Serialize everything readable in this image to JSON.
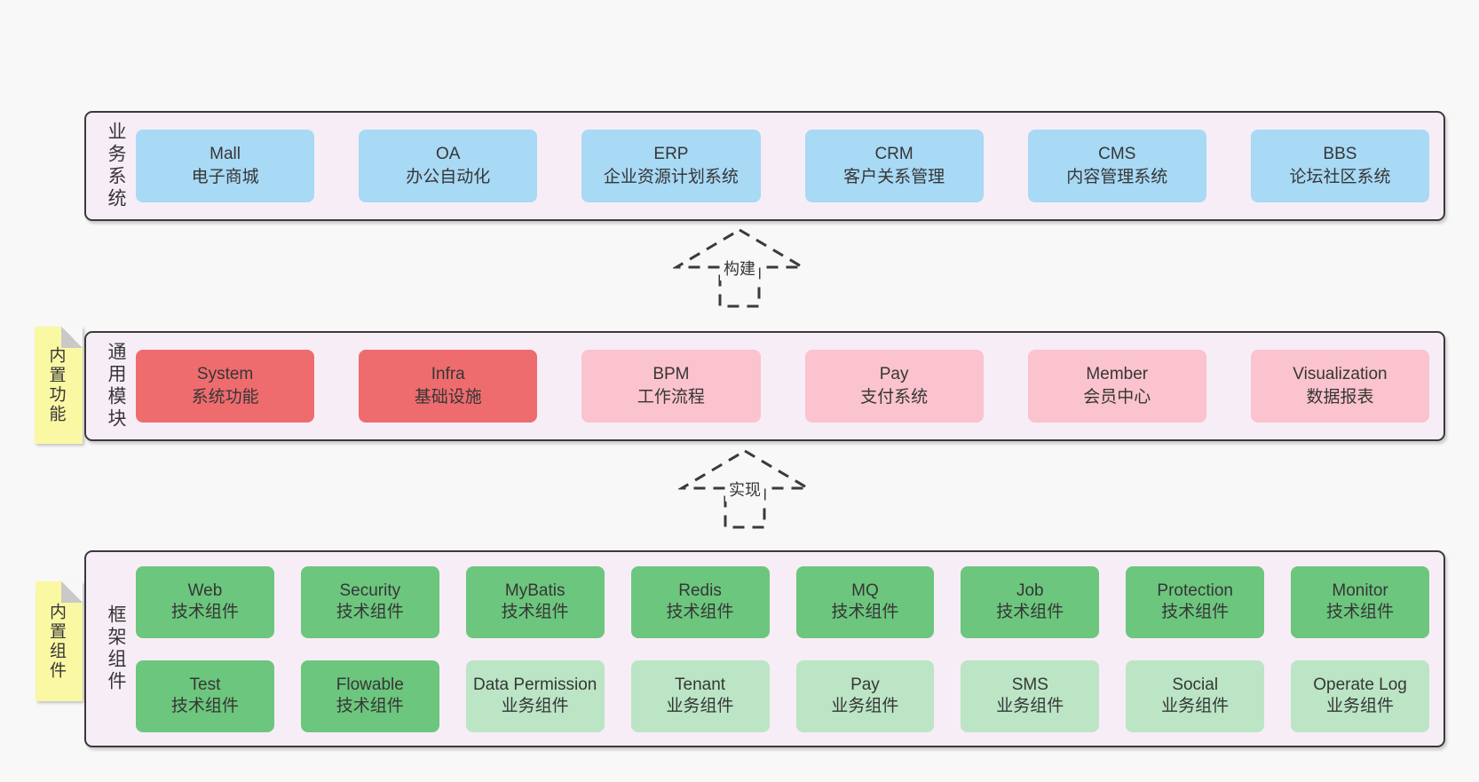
{
  "palette": {
    "page_bg": "#f8f8f8",
    "panel_bg": "#f7edf6",
    "border": "#3a3a3a",
    "blue": "#a8d9f5",
    "red": "#ef6c6e",
    "pink": "#fbc3cd",
    "green": "#6cc67d",
    "green_light": "#bbe5c4",
    "sticky_yellow": "#faf8a3"
  },
  "arrows": {
    "build": "构建",
    "implement": "实现"
  },
  "sections": {
    "business": {
      "label": "业务系统",
      "items": [
        {
          "name": "Mall",
          "desc": "电子商城"
        },
        {
          "name": "OA",
          "desc": "办公自动化"
        },
        {
          "name": "ERP",
          "desc": "企业资源计划系统"
        },
        {
          "name": "CRM",
          "desc": "客户关系管理"
        },
        {
          "name": "CMS",
          "desc": "内容管理系统"
        },
        {
          "name": "BBS",
          "desc": "论坛社区系统"
        }
      ]
    },
    "modules": {
      "label": "通用模块",
      "sticky": "内置功能",
      "items": [
        {
          "name": "System",
          "desc": "系统功能"
        },
        {
          "name": "Infra",
          "desc": "基础设施"
        },
        {
          "name": "BPM",
          "desc": "工作流程"
        },
        {
          "name": "Pay",
          "desc": "支付系统"
        },
        {
          "name": "Member",
          "desc": "会员中心"
        },
        {
          "name": "Visualization",
          "desc": "数据报表"
        }
      ]
    },
    "framework": {
      "label": "框架组件",
      "sticky": "内置组件",
      "row1": [
        {
          "name": "Web",
          "desc": "技术组件"
        },
        {
          "name": "Security",
          "desc": "技术组件"
        },
        {
          "name": "MyBatis",
          "desc": "技术组件"
        },
        {
          "name": "Redis",
          "desc": "技术组件"
        },
        {
          "name": "MQ",
          "desc": "技术组件"
        },
        {
          "name": "Job",
          "desc": "技术组件"
        },
        {
          "name": "Protection",
          "desc": "技术组件"
        },
        {
          "name": "Monitor",
          "desc": "技术组件"
        }
      ],
      "row2": [
        {
          "name": "Test",
          "desc": "技术组件"
        },
        {
          "name": "Flowable",
          "desc": "技术组件"
        },
        {
          "name": "Data Permission",
          "desc": "业务组件"
        },
        {
          "name": "Tenant",
          "desc": "业务组件"
        },
        {
          "name": "Pay",
          "desc": "业务组件"
        },
        {
          "name": "SMS",
          "desc": "业务组件"
        },
        {
          "name": "Social",
          "desc": "业务组件"
        },
        {
          "name": "Operate Log",
          "desc": "业务组件"
        }
      ]
    }
  }
}
